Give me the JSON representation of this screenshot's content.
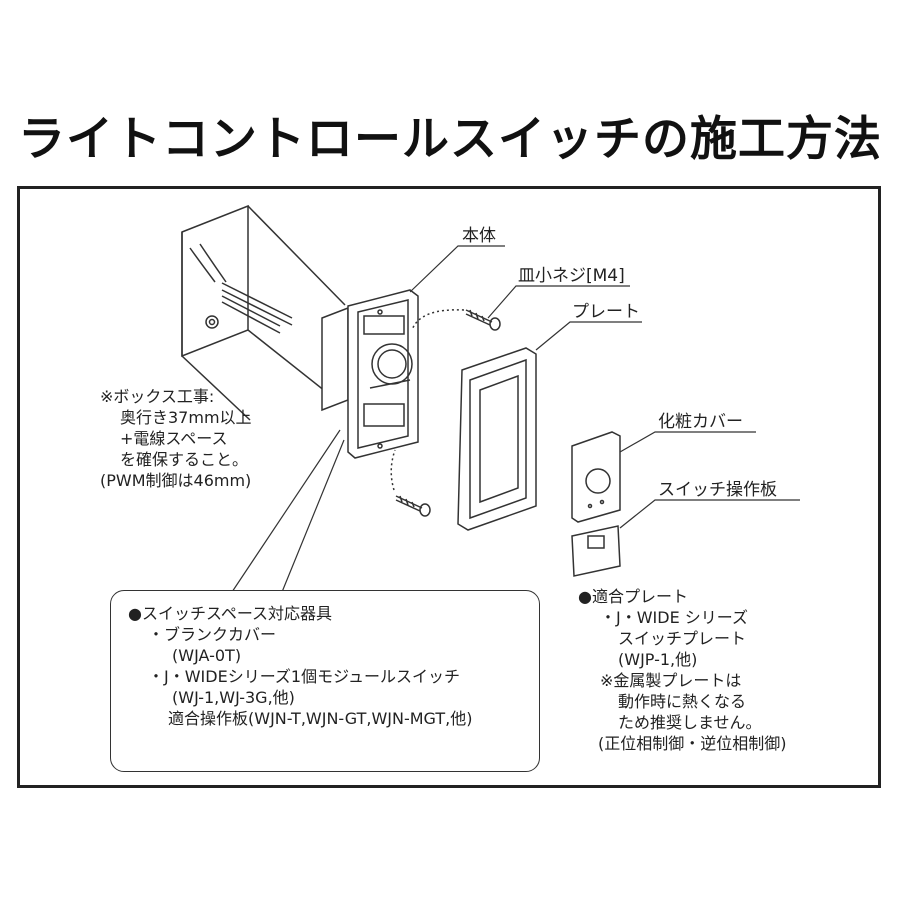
{
  "title": "ライトコントロールスイッチの施工方法",
  "labels": {
    "body": "本体",
    "screw": "皿小ネジ[M4]",
    "plate": "プレート",
    "cover": "化粧カバー",
    "switch_panel": "スイッチ操作板"
  },
  "box_note": {
    "line1": "※ボックス工事:",
    "line2": "奥行き37mm以上",
    "line3": "+電線スペース",
    "line4": "を確保すること。",
    "line5": "(PWM制御は46mm)"
  },
  "switch_space": {
    "heading": "●スイッチスペース対応器具",
    "item1": "・ブランクカバー",
    "item1_code": "(WJA-0T)",
    "item2": "・J・WIDEシリーズ1個モジュールスイッチ",
    "item2_code": "(WJ-1,WJ-3G,他)",
    "item3": "適合操作板(WJN-T,WJN-GT,WJN-MGT,他)"
  },
  "plate_note": {
    "heading": "●適合プレート",
    "line1": "・J・WIDE シリーズ",
    "line2": "スイッチプレート",
    "line3": "(WJP-1,他)",
    "line4": "※金属製プレートは",
    "line5": "動作時に熱くなる",
    "line6": "ため推奨しません。",
    "line7": "(正位相制御・逆位相制御)"
  }
}
